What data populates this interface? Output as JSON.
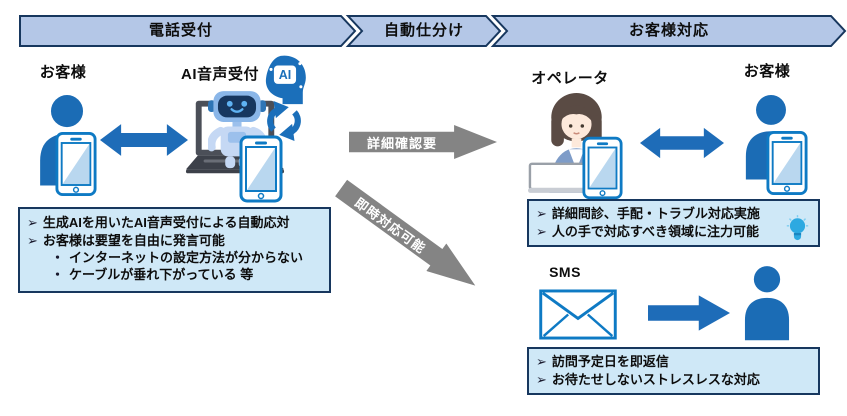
{
  "colors": {
    "primary_blue": "#1b6cb5",
    "phone_stroke_blue": "#0e7ac4",
    "screen_light_blue": "#b9d7ef",
    "banner_fill": "#b4c7e7",
    "banner_border": "#17375e",
    "box_fill": "#cfe8f7",
    "box_border": "#17375e",
    "gray_arrow": "#848484",
    "robot_navy": "#17375f",
    "bulb_blue": "#2da9e1"
  },
  "banner": {
    "steps": [
      {
        "label": "電話受付"
      },
      {
        "label": "自動仕分け"
      },
      {
        "label": "お客様対応"
      }
    ]
  },
  "left": {
    "customer_label": "お客様",
    "ai_label": "AI音声受付",
    "ai_chip_text": "AI",
    "box": {
      "items": [
        {
          "bullet": "➢",
          "text": "生成AIを用いたAI音声受付による自動応対"
        },
        {
          "bullet": "➢",
          "text": "お客様は要望を自由に発言可能"
        },
        {
          "bullet": "・",
          "text": "インターネットの設定方法が分からない"
        },
        {
          "bullet": "・",
          "text": "ケーブルが垂れ下がっている 等"
        }
      ]
    }
  },
  "middle": {
    "top_arrow_label": "詳細確認要",
    "bottom_arrow_label": "即時対応可能"
  },
  "right": {
    "operator_label": "オペレータ",
    "customer_label": "お客様",
    "box1": {
      "items": [
        {
          "bullet": "➢",
          "text": "詳細問診、手配・トラブル対応実施"
        },
        {
          "bullet": "➢",
          "text": "人の手で対応すべき領域に注力可能"
        }
      ]
    },
    "sms_label": "SMS",
    "box2": {
      "items": [
        {
          "bullet": "➢",
          "text": "訪問予定日を即返信"
        },
        {
          "bullet": "➢",
          "text": "お待たせしないストレスレスな対応"
        }
      ]
    }
  }
}
